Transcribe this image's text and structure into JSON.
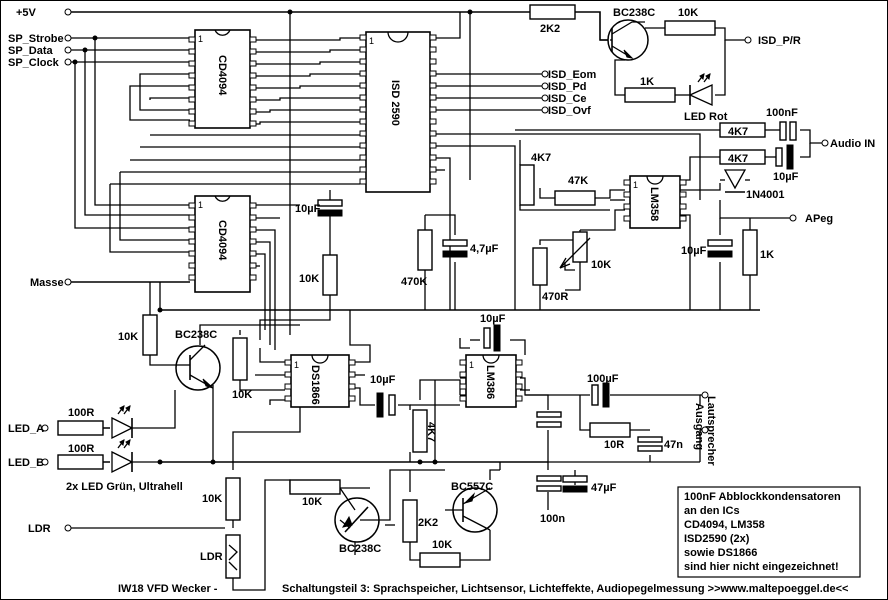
{
  "nets": {
    "vcc": "+5V",
    "strobe": "SP_Strobe",
    "data": "SP_Data",
    "clock": "SP_Clock",
    "masse": "Masse",
    "led_a": "LED_A",
    "led_b": "LED_B",
    "ldr": "LDR",
    "isd_pr": "ISD_P/R",
    "isd_eom": "ISD_Eom",
    "isd_pd": "ISD_Pd",
    "isd_ce": "ISD_Ce",
    "isd_ovf": "ISD_Ovf",
    "audio_in": "Audio IN",
    "apeg": "APeg"
  },
  "ics": {
    "cd4094_top": "CD4094",
    "cd4094_bot": "CD4094",
    "isd": "ISD 2590",
    "lm358": "LM358",
    "ds1866": "DS1866",
    "lm386": "LM386",
    "pin1": "1"
  },
  "parts": {
    "r_2k2_top": "2K2",
    "q1": "BC238C",
    "r_10k_q1": "10K",
    "r_1k_led": "1K",
    "led_rot": "LED Rot",
    "r_4k7_a": "4K7",
    "r_4k7_b": "4K7",
    "c_100nf_in": "100nF",
    "c_10uf_in": "10µF",
    "r_4k7_c": "4K7",
    "r_47k": "47K",
    "d_1n4001": "1N4001",
    "c_10uf_isd": "10µF",
    "r_10k_isd": "10K",
    "r_470k": "470K",
    "c_4u7": "4,7µF",
    "r_10k_pot": "10K",
    "r_470r": "470R",
    "c_10uf_apeg": "10µF",
    "r_1k_apeg": "1K",
    "r_10k_q2": "10K",
    "q2": "BC238C",
    "r_10k_ds": "10K",
    "c_10uf_386": "10µF",
    "c_10uf_386top": "10µF",
    "r_4k7_386": "4K7",
    "c_100uf": "100µF",
    "r_10r": "10R",
    "c_47n": "47n",
    "c_47uf": "47µF",
    "c_100n": "100n",
    "r_100r_a": "100R",
    "r_100r_b": "100R",
    "led_gruen": "2x LED Grün, Ultrahell",
    "r_10k_ldr": "10K",
    "ldr_lbl": "LDR",
    "r_10k_q3": "10K",
    "q3": "BC238C",
    "r_2k2_bot": "2K2",
    "q4": "BC557C",
    "r_10k_q4": "10K"
  },
  "speaker": {
    "line1": "Lautsprecher",
    "line2": "Ausgang"
  },
  "note": {
    "line1": "100nF Abblockkondensatoren",
    "line2": "an den ICs",
    "line3": "CD4094, LM358",
    "line4": "ISD2590 (2x)",
    "line5": "sowie DS1866",
    "line6": "sind hier nicht eingezeichnet!"
  },
  "footer": {
    "left": "IW18 VFD Wecker -",
    "right": "Schaltungsteil 3: Sprachspeicher, Lichtsensor, Lichteffekte, Audiopegelmessung  >>www.maltepoeggel.de<<"
  }
}
